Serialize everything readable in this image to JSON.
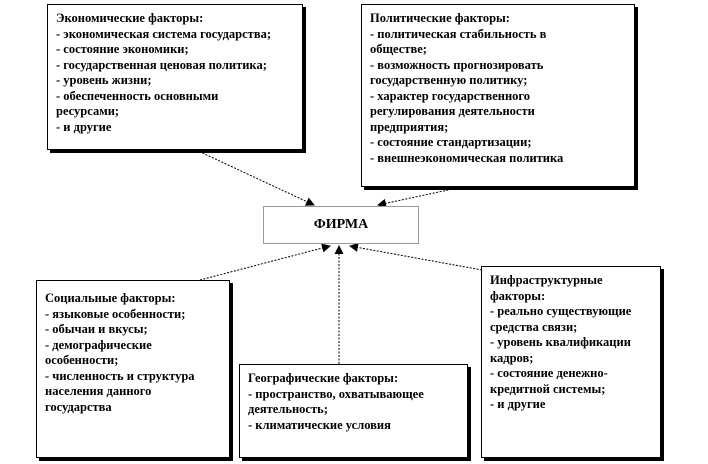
{
  "center": {
    "label": "ФИРМА"
  },
  "economic": {
    "title": "Экономические факторы:",
    "items": [
      "- экономическая система государства;",
      "- состояние экономики;",
      "- государственная ценовая политика;",
      "- уровень жизни;",
      "- обеспеченность основными",
      "ресурсами;",
      "- и другие"
    ]
  },
  "political": {
    "title": "Политические факторы:",
    "items": [
      "- политическая стабильность в",
      "обществе;",
      "- возможность прогнозировать",
      "государственную политику;",
      "- характер государственного",
      "регулирования  деятельности",
      "предприятия;",
      "- состояние стандартизации;",
      "- внешнеэкономическая политика"
    ]
  },
  "social": {
    "title": "Социальные факторы:",
    "items": [
      "- языковые особенности;",
      "- обычаи и вкусы;",
      "- демографические",
      "особенности;",
      "- численность и структура",
      "населения данного",
      "государства"
    ]
  },
  "geographic": {
    "title": "Географические факторы:",
    "items": [
      "- пространство, охватывающее",
      "деятельность;",
      "- климатические условия"
    ]
  },
  "infrastructure": {
    "title_line1": "Инфраструктурные",
    "title_line2": "факторы:",
    "items": [
      "- реально существующие",
      "средства связи;",
      "- уровень квалификации",
      "кадров;",
      "- состояние денежно-",
      "кредитной системы;",
      "- и другие"
    ]
  }
}
